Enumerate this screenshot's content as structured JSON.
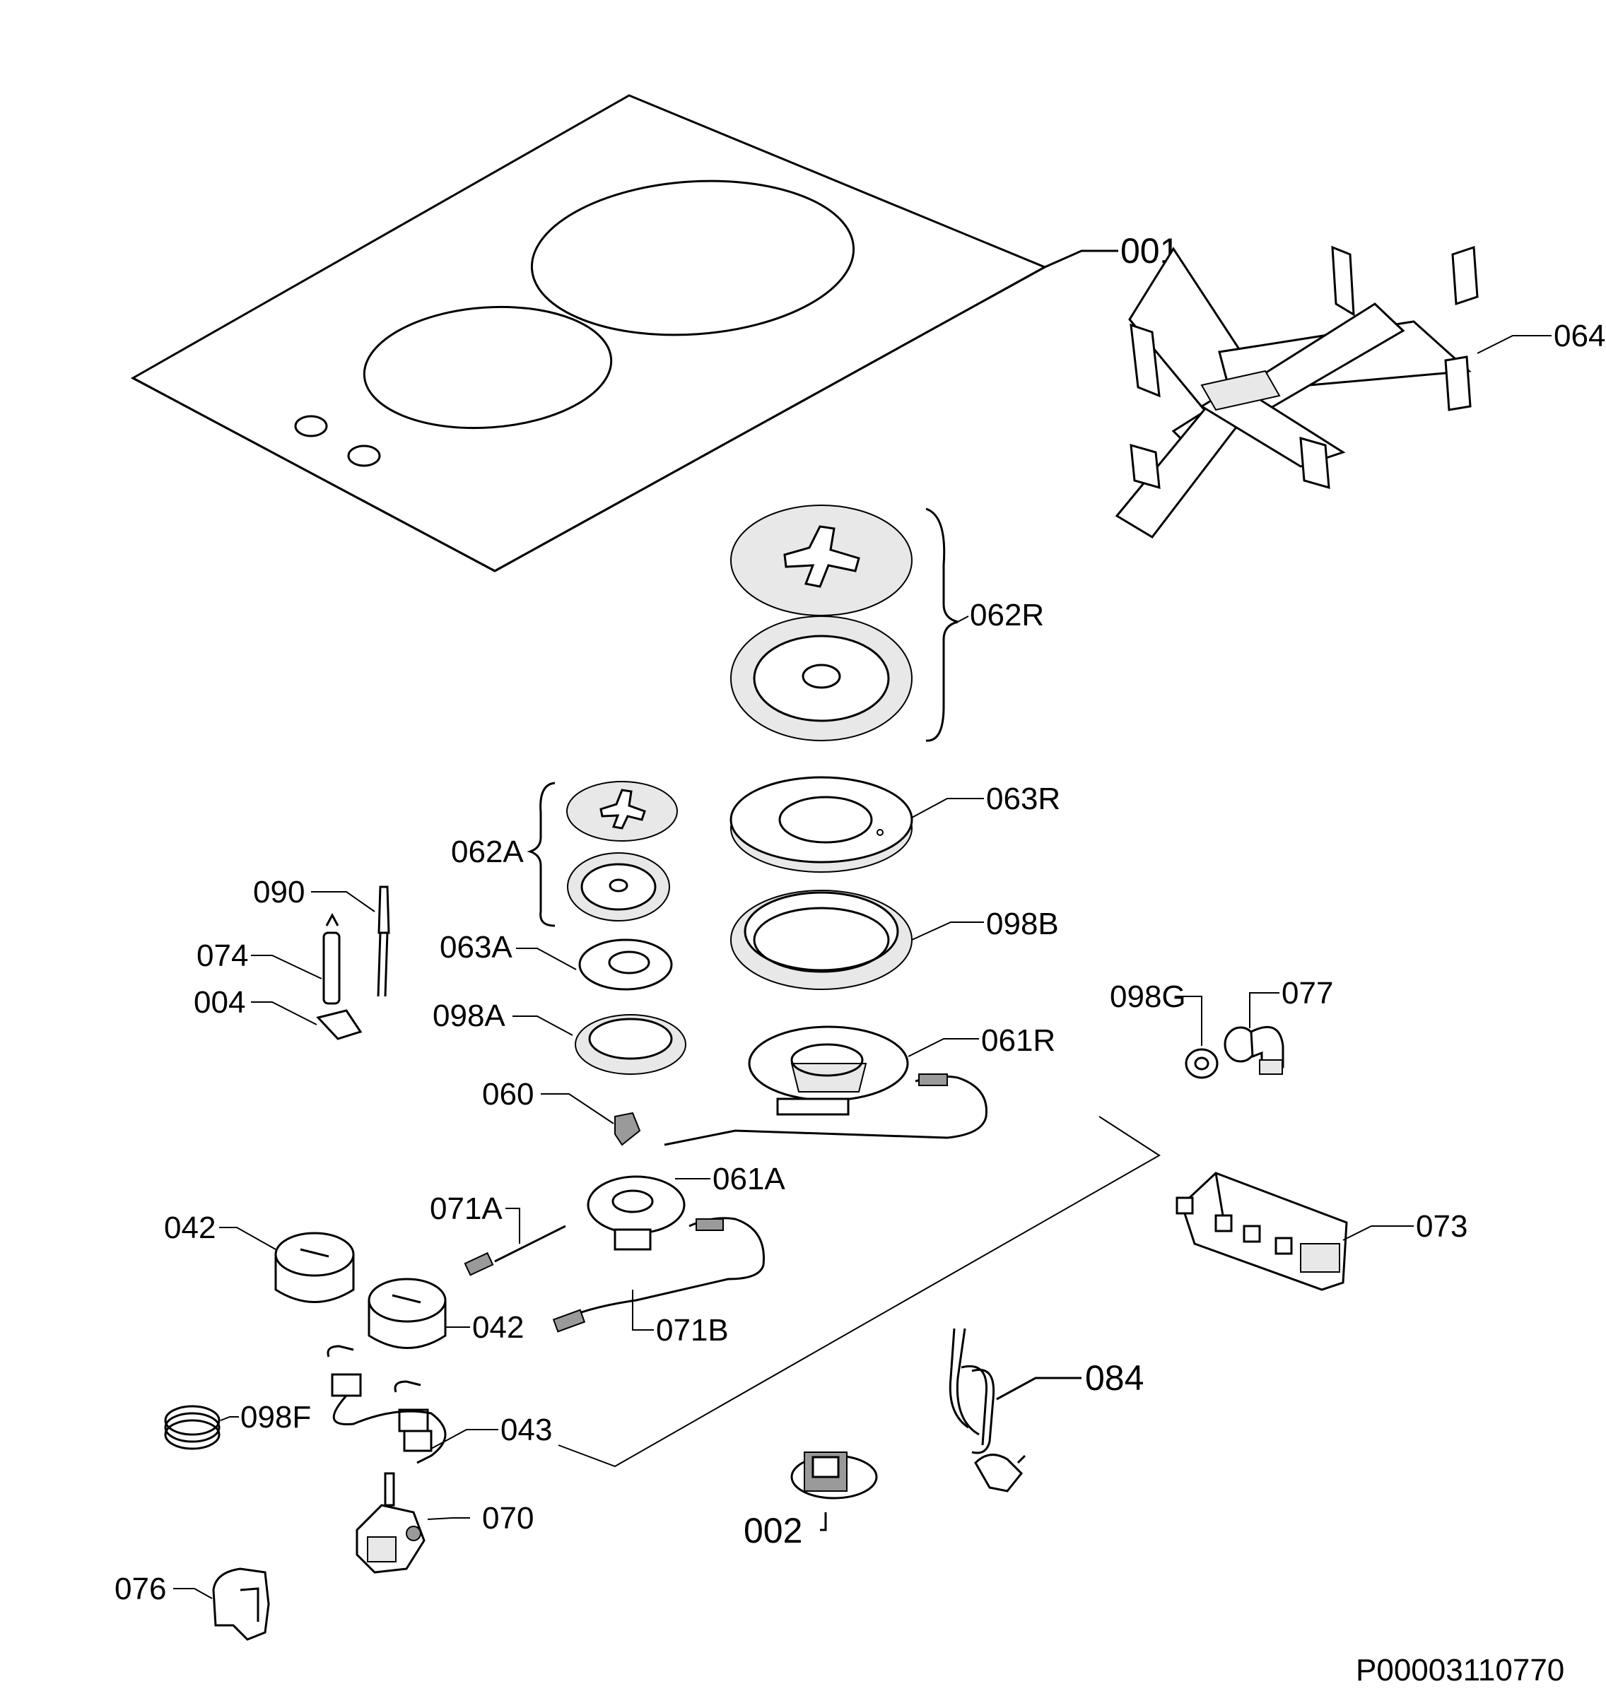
{
  "labels": {
    "l001": "001",
    "l064": "064",
    "l062R": "062R",
    "l063R": "063R",
    "l098B": "098B",
    "l061R": "061R",
    "l062A": "062A",
    "l063A": "063A",
    "l098A": "098A",
    "l090": "090",
    "l074": "074",
    "l004": "004",
    "l060": "060",
    "l061A": "061A",
    "l071A": "071A",
    "l071B": "071B",
    "l042a": "042",
    "l042b": "042",
    "l098F": "098F",
    "l043": "043",
    "l070": "070",
    "l076": "076",
    "l098G": "098G",
    "l077": "077",
    "l073": "073",
    "l084": "084",
    "l002": "002"
  },
  "drawing_number": "P00003110770"
}
